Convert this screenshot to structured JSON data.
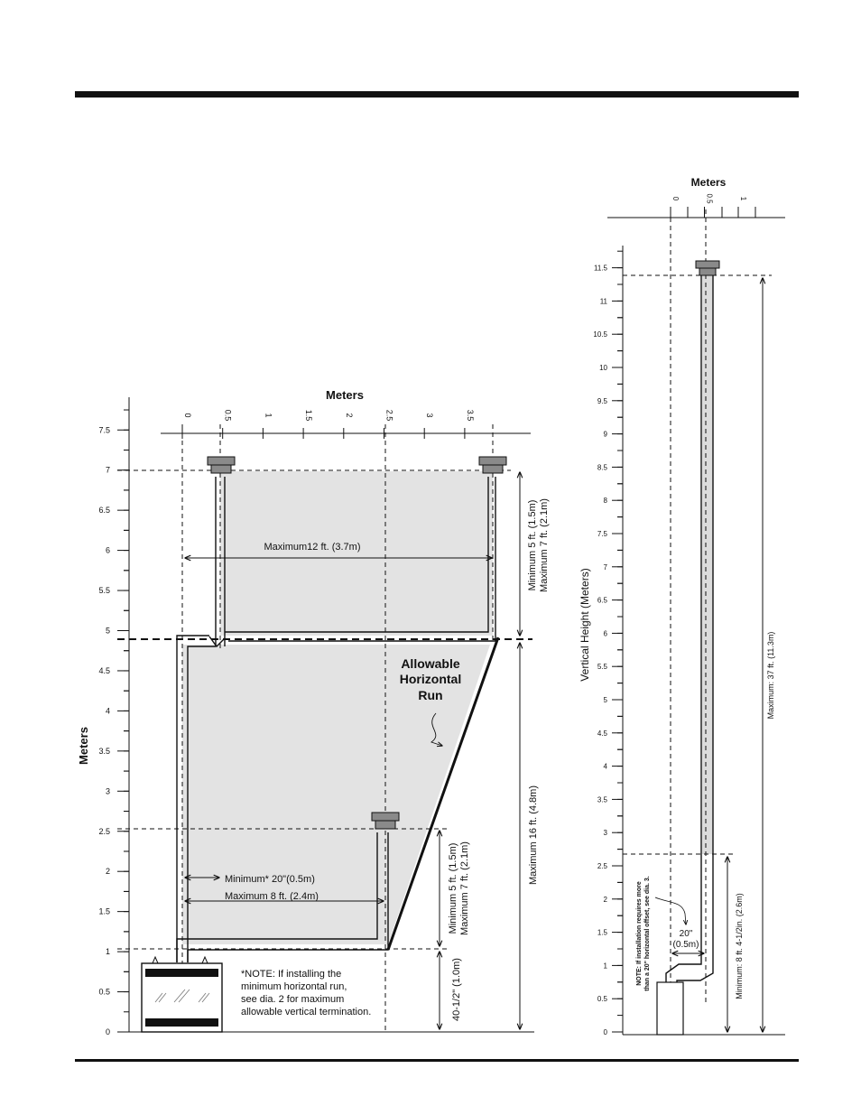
{
  "diagram_left": {
    "x_axis_title": "Meters",
    "x_ticks": [
      "0",
      "0.5",
      "1",
      "1.5",
      "2",
      "2.5",
      "3",
      "3.5"
    ],
    "y_axis_title": "Meters",
    "y_ticks": [
      "7.5",
      "7",
      "6.5",
      "6",
      "5.5",
      "5",
      "4.5",
      "4",
      "3.5",
      "3",
      "2.5",
      "2",
      "1.5",
      "1",
      "0.5",
      "0"
    ],
    "label_max_horizontal": "Maximum12 ft. (3.7m)",
    "label_upper_min": "Minimum 5 ft. (1.5m)",
    "label_upper_max": "Maximum 7 ft. (2.1m)",
    "label_allowable_1": "Allowable",
    "label_allowable_2": "Horizontal",
    "label_allowable_3": "Run",
    "label_max_16": "Maximum 16 ft. (4.8m)",
    "label_lower_min": "Minimum 5 ft. (1.5m)",
    "label_lower_max": "Maximum 7 ft. (2.1m)",
    "label_min_20": "Minimum* 20\"(0.5m)",
    "label_max_8": "Maximum 8 ft. (2.4m)",
    "label_base_height": "40-1/2\" (1.0m)",
    "note_line_1": "*NOTE: If installing the",
    "note_line_2": "minimum horizontal run,",
    "note_line_3": "see dia. 2 for maximum",
    "note_line_4": "allowable vertical termination."
  },
  "diagram_right": {
    "x_axis_title": "Meters",
    "x_ticks": [
      "0",
      "0.5",
      "1"
    ],
    "y_axis_title": "Vertical Height (Meters)",
    "y_ticks": [
      "11.5",
      "11",
      "10.5",
      "10",
      "9.5",
      "9",
      "8.5",
      "8",
      "7.5",
      "7",
      "6.5",
      "6",
      "5.5",
      "5",
      "4.5",
      "4",
      "3.5",
      "3",
      "2.5",
      "2",
      "1.5",
      "1",
      "0.5",
      "0"
    ],
    "label_max_37": "Maximum: 37 ft. (11.3m)",
    "label_min_8": "Minimum: 8 ft. 4-1/2in. (2.6m)",
    "label_20_in": "20\"",
    "label_05m": "(0.5m)",
    "note_line_1": "NOTE: If installation requires more",
    "note_line_2": "than a 20\" horizontal offset, see dia. 3."
  }
}
